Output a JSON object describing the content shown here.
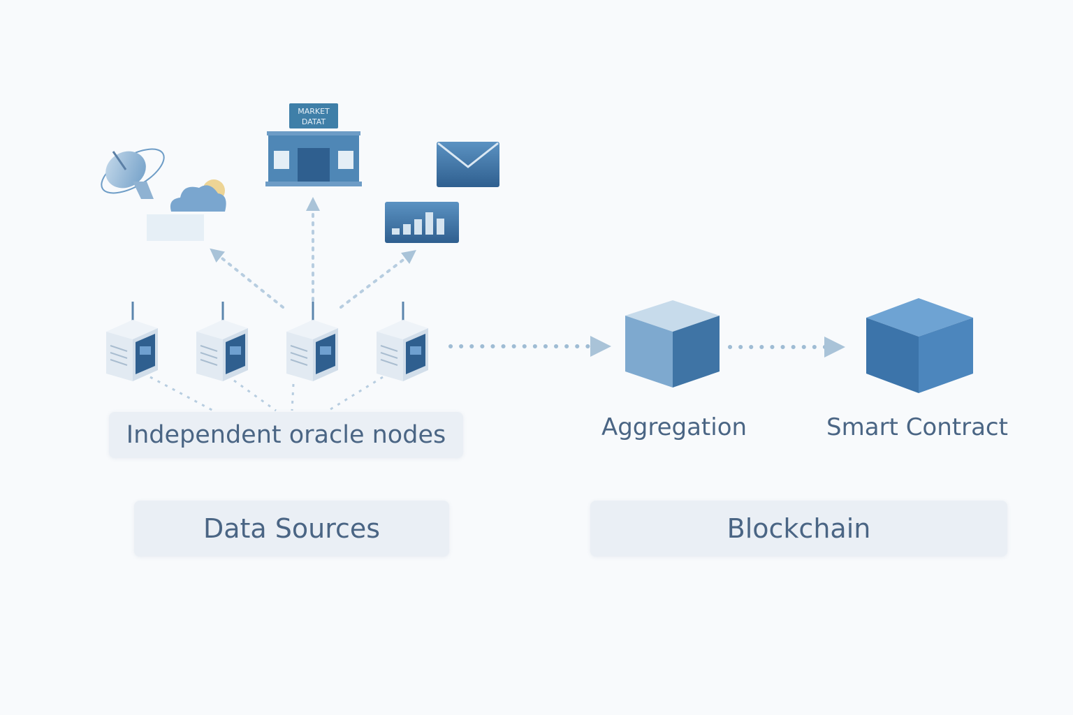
{
  "nodes_label": "Independent oracle nodes",
  "aggregation_label": "Aggregation",
  "contract_label": "Smart Contract",
  "groups": {
    "left": "Data Sources",
    "right": "Blockchain"
  },
  "sources": {
    "market_sign_line1": "MARKET",
    "market_sign_line2": "DATAT",
    "icons": [
      "satellite-dish-icon",
      "weather-cloud-icon",
      "market-building-icon",
      "envelope-icon",
      "bar-chart-icon"
    ]
  },
  "node_count": 4,
  "colors": {
    "accent": "#3f78aa",
    "dark": "#2f5f8f",
    "text": "#4a6584",
    "arrow": "#a9c3d8",
    "box": "#eaeff5"
  }
}
